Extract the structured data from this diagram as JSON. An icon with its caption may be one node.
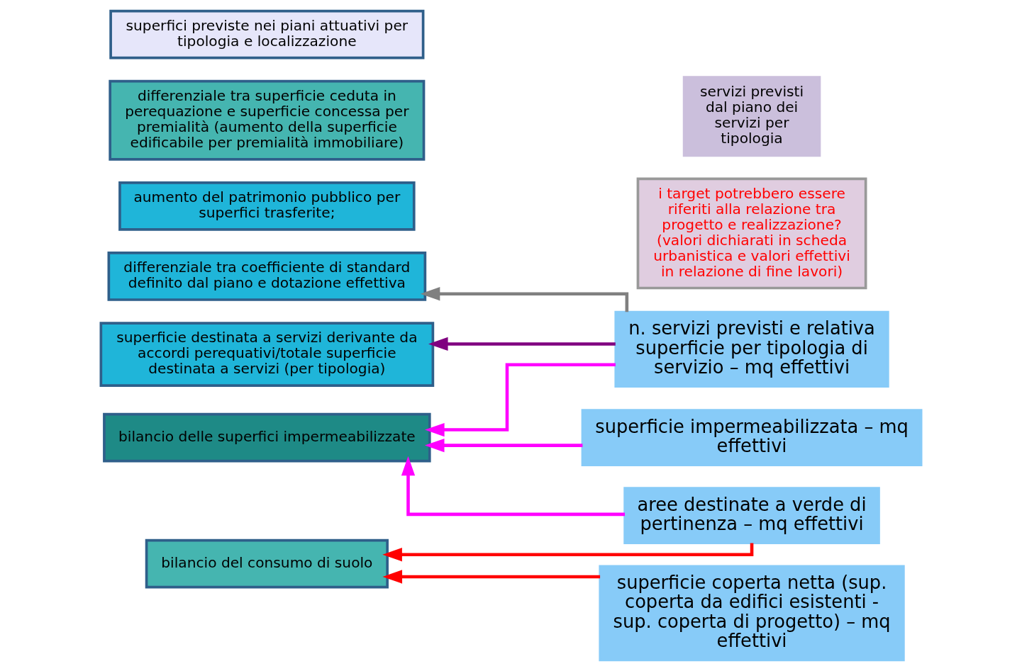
{
  "diagram": {
    "nodes": [
      {
        "text": [
          "differenziale tra coefficiente di standard definito dal piano e dotazione effettiva"
        ]
      },
      {
        "text": [
          "superficie destinata a servizi derivante da accordi perequativi/totale superficie destinata a servizi (per tipologia)"
        ]
      },
      {
        "text": [
          "aumento del patrimonio pubblico per superfici trasferite;"
        ]
      },
      {
        "text": [
          "differenziale tra superficie ceduta in perequazione e superficie concessa per premialità (aumento della superficie edificabile per premialità immobiliare)"
        ]
      },
      {
        "text": [
          "bilancio del consumo di suolo"
        ]
      },
      {
        "text": [
          "bilancio delle superfici impermeabilizzate"
        ]
      },
      {
        "text": [
          "superfici previste nei piani attuativi per tipologia e localizzazione"
        ]
      },
      {
        "text": [
          "superficie coperta netta (sup. coperta da edifici esistenti - sup. coperta di progetto) – mq effettivi"
        ]
      },
      {
        "text": [
          "i target potrebbero essere riferiti alla relazione tra progetto e realizzazione? (valori dichiarati in scheda urbanistica e valori effettivi in relazione di fine lavori)"
        ]
      },
      {
        "text": [
          "aree destinate a verde di pertinenza – mq effettivi"
        ]
      },
      {
        "text": [
          "superficie impermeabilizzata – mq effettivi"
        ]
      },
      {
        "text": [
          "n. servizi previsti e relativa superficie per tipologia di servizio – mq effettivi"
        ]
      },
      {
        "text": [
          "servizi previsti dal piano dei servizi per tipologia"
        ]
      }
    ],
    "edges": [
      {
        "from": 11,
        "to": 0,
        "arrow": "to",
        "color": "#808080"
      },
      {
        "from": 11,
        "to": 1,
        "arrow": "to",
        "color": "#800080"
      },
      {
        "from": 7,
        "to": 4,
        "arrow": "to",
        "color": "#ff0000"
      },
      {
        "from": 9,
        "to": 4,
        "arrow": "to",
        "color": "#ff0000"
      },
      {
        "from": 9,
        "to": 5,
        "arrow": "to",
        "color": "#ff00ff"
      },
      {
        "from": 10,
        "to": 5,
        "arrow": "to",
        "color": "#ff00ff"
      },
      {
        "from": 11,
        "to": 5,
        "arrow": "to",
        "color": "#ff00ff"
      }
    ]
  }
}
